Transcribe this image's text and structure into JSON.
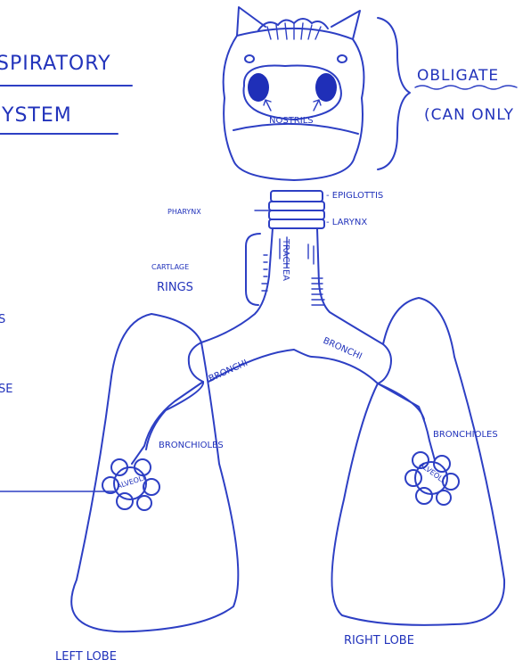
{
  "title": {
    "line1": "SPIRATORY",
    "line2": "YSTEM"
  },
  "side_note": {
    "line1": "OBLIGATE",
    "line2": "(CAN ONLY"
  },
  "left_edge": {
    "fragment1": "S",
    "fragment2": "SE"
  },
  "labels": {
    "nostrils": "NOSTRILS",
    "epiglottis": "- EPIGLOTTIS",
    "pharynx": "PHARYNX",
    "larynx": "- LARYNX",
    "cartilage_line1": "CARTLAGE",
    "cartilage_line2": "RINGS",
    "trachea": "TRACHEA",
    "bronchi_left": "BRONCHI",
    "bronchi_right": "BRONCHI",
    "bronchioles_left": "BRONCHIOLES",
    "bronchioles_right": "BRONCHIOLES",
    "alveoli_left": "ALVEOLI",
    "alveoli_right": "ALVEOLI",
    "left_lobe": "LEFT LOBE",
    "right_lobe": "RIGHT LOBE"
  },
  "colors": {
    "ink": "#2d3fc4",
    "text": "#2233bb",
    "nostril_fill": "#1f2fb8",
    "background": "#ffffff"
  }
}
